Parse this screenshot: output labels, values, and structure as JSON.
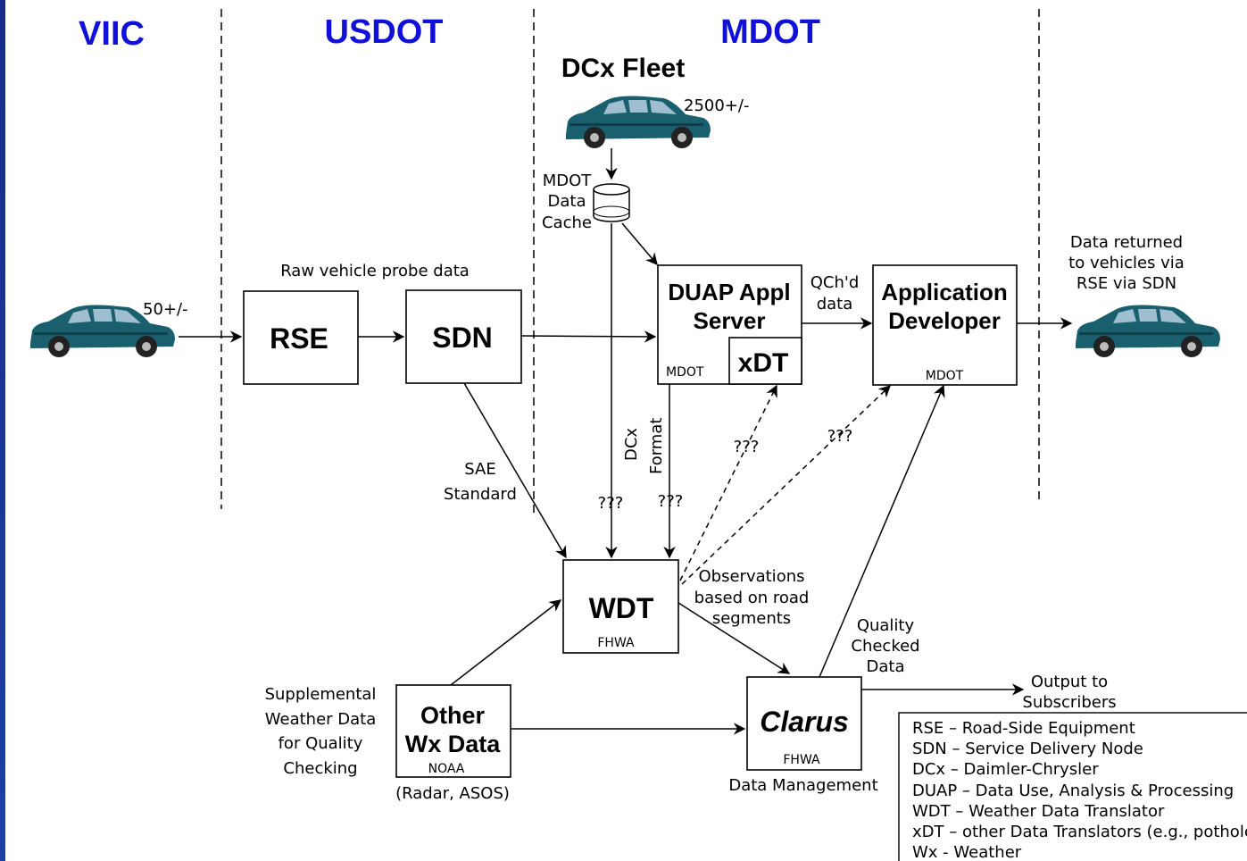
{
  "headers": {
    "viic": "VIIC",
    "usdot": "USDOT",
    "mdot": "MDOT"
  },
  "fleet": {
    "title": "DCx Fleet",
    "count": "2500+/-"
  },
  "cache": {
    "line1": "MDOT",
    "line2": "Data",
    "line3": "Cache"
  },
  "vehicle_count": "50+/-",
  "raw_probe": "Raw vehicle probe data",
  "boxes": {
    "rse": "RSE",
    "sdn": "SDN",
    "duap_line1": "DUAP Appl",
    "duap_line2": "Server",
    "duap_owner": "MDOT",
    "xdt": "xDT",
    "appdev_line1": "Application",
    "appdev_line2": "Developer",
    "appdev_owner": "MDOT",
    "wdt": "WDT",
    "wdt_owner": "FHWA",
    "other_line1": "Other",
    "other_line2": "Wx Data",
    "other_owner": "NOAA",
    "clarus": "Clarus",
    "clarus_owner": "FHWA"
  },
  "labels": {
    "qchd_line1": "QCh'd",
    "qchd_line2": "data",
    "returned_line1": "Data returned",
    "returned_line2": "to vehicles via",
    "returned_line3": "RSE via SDN",
    "sae_line1": "SAE",
    "sae_line2": "Standard",
    "dcx": "DCx",
    "format": "Format",
    "q1": "???",
    "q2": "???",
    "q3": "???",
    "q4": "???",
    "obs_line1": "Observations",
    "obs_line2": "based on road",
    "obs_line3": "segments",
    "qc_line1": "Quality",
    "qc_line2": "Checked",
    "qc_line3": "Data",
    "output_line1": "Output to",
    "output_line2": "Subscribers",
    "supp_line1": "Supplemental",
    "supp_line2": "Weather Data",
    "supp_line3": "for Quality",
    "supp_line4": "Checking",
    "radar": "(Radar, ASOS)",
    "data_mgmt": "Data Management"
  },
  "legend": [
    "RSE – Road-Side Equipment",
    "SDN – Service Delivery Node",
    "DCx – Daimler-Chrysler",
    "DUAP – Data Use, Analysis & Processing",
    "WDT – Weather Data Translator",
    "xDT – other Data Translators (e.g., pothole)",
    "Wx - Weather"
  ],
  "colors": {
    "header": "#1010d8",
    "car": "#1a5f6e",
    "strip": "#1a2a8c"
  }
}
